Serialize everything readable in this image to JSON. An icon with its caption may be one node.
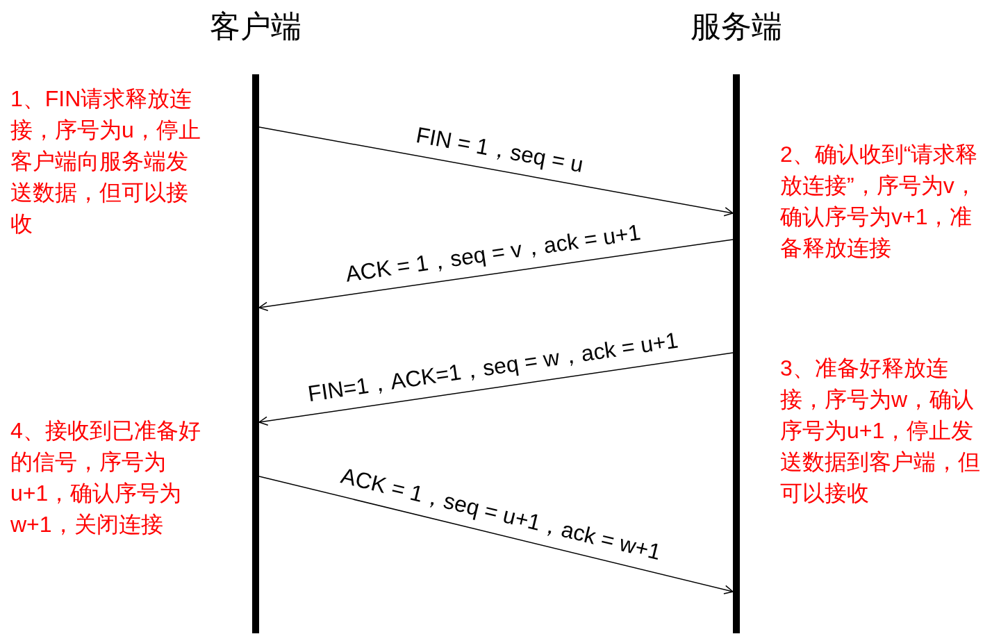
{
  "diagram": {
    "nodes": [
      {
        "text": [
          "客户端"
        ]
      },
      {
        "text": [
          "服务端"
        ]
      }
    ],
    "edges": [
      {
        "from": 0,
        "to": 1,
        "arrow": "to",
        "label": "FIN = 1，seq = u"
      },
      {
        "from": 1,
        "to": 0,
        "arrow": "to",
        "label": "ACK = 1，seq = v，ack = u+1"
      },
      {
        "from": 1,
        "to": 0,
        "arrow": "to",
        "label": "FIN=1，ACK=1，seq = w，ack = u+1"
      },
      {
        "from": 0,
        "to": 1,
        "arrow": "to",
        "label": "ACK = 1，seq = u+1，ack = w+1"
      }
    ],
    "labels": [
      "1、FIN请求释放连接，序号为u，停止客户端向服务端发送数据，但可以接收",
      "2、确认收到“请求释放连接”，序号为v，确认序号为v+1，准备释放连接",
      "3、准备好释放连接，序号为w，确认序号为u+1，停止发送数据到客户端，但可以接收",
      "4、接收到已准备好的信号，序号为u+1，确认序号为w+1，关闭连接"
    ]
  }
}
